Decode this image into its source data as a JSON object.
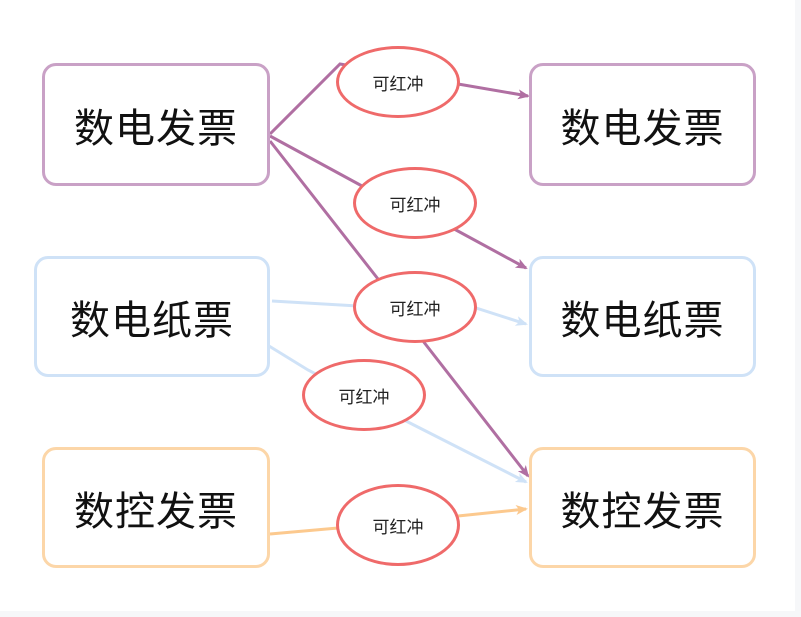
{
  "nodes": {
    "left": [
      {
        "label": "数电发票",
        "color": "#c9a1c6"
      },
      {
        "label": "数电纸票",
        "color": "#cfe2f7"
      },
      {
        "label": "数控发票",
        "color": "#fcd6a8"
      }
    ],
    "right": [
      {
        "label": "数电发票",
        "color": "#c9a1c6"
      },
      {
        "label": "数电纸票",
        "color": "#cfe2f7"
      },
      {
        "label": "数控发票",
        "color": "#fcd6a8"
      }
    ]
  },
  "edges": [
    {
      "from": "数电发票",
      "to": "数电发票",
      "label": "可红冲",
      "color": "#b06fa2"
    },
    {
      "from": "数电发票",
      "to": "数电纸票",
      "label": "可红冲",
      "color": "#b06fa2"
    },
    {
      "from": "数电发票",
      "to": "数控发票",
      "label": "",
      "color": "#b06fa2"
    },
    {
      "from": "数电纸票",
      "to": "数电纸票",
      "label": "可红冲",
      "color": "#cfe2f7"
    },
    {
      "from": "数电纸票",
      "to": "数控发票",
      "label": "可红冲",
      "color": "#cfe2f7"
    },
    {
      "from": "数控发票",
      "to": "数控发票",
      "label": "可红冲",
      "color": "#fcc98e"
    }
  ],
  "label_border_color": "#ef6a6a"
}
